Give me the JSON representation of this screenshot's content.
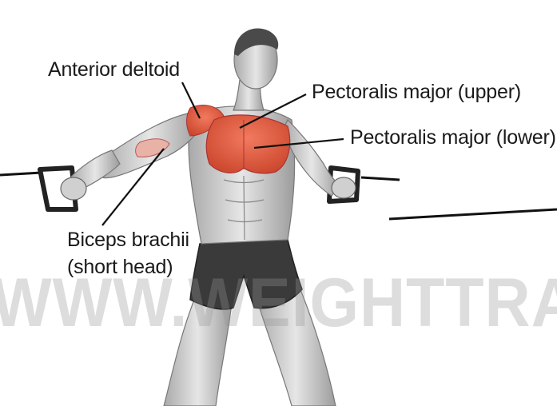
{
  "labels": {
    "anterior_deltoid": "Anterior deltoid",
    "pectoralis_upper": "Pectoralis major (upper)",
    "pectoralis_lower": "Pectoralis major (lower)",
    "biceps_line1": "Biceps brachii",
    "biceps_line2": "(short head)"
  },
  "watermark": "WWW.WEIGHTTRAINING.COM",
  "colors": {
    "highlight_muscle": "#e5593f",
    "body_gray": "#c9c9c9",
    "shorts": "#3a3a3a",
    "leader_line": "#111111"
  }
}
